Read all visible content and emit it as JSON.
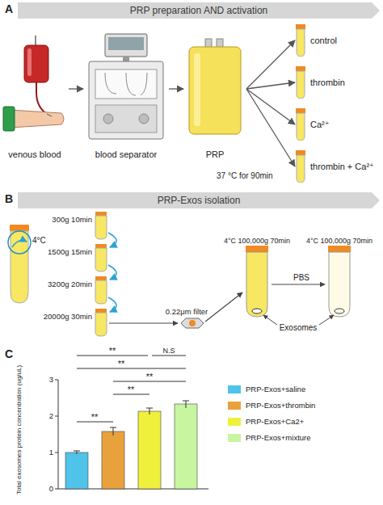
{
  "diagram": {
    "nodes": [
      {
        "text": [
          "PRP preparation AND activation"
        ]
      },
      {
        "text": [
          "venous blood"
        ]
      },
      {
        "text": [
          "blood separator"
        ]
      },
      {
        "text": [
          "PRP"
        ]
      },
      {
        "text": [
          "control"
        ]
      },
      {
        "text": [
          "thrombin"
        ]
      },
      {
        "text": [
          "Ca²⁺"
        ]
      },
      {
        "text": [
          "thrombin + Ca²⁺"
        ]
      },
      {
        "text": [
          "PRP-Exos isolation"
        ]
      }
    ],
    "edges": [
      {
        "from": 1,
        "to": 2,
        "arrow": "to"
      },
      {
        "from": 2,
        "to": 3,
        "arrow": "to"
      },
      {
        "from": 3,
        "to": 4,
        "arrow": "to"
      },
      {
        "from": 3,
        "to": 5,
        "arrow": "to"
      },
      {
        "from": 3,
        "to": 6,
        "arrow": "to"
      },
      {
        "from": 3,
        "to": 7,
        "arrow": "to"
      }
    ],
    "labels": [
      "A",
      "37 °C for 90min",
      "B",
      "4°C",
      "300g 10min",
      "1500g 15min",
      "3200g 20min",
      "20000g 30min",
      "0.22μm filter",
      "4°C 100,000g 70min",
      "4°C 100,000g 70min",
      "PBS",
      "Exosomes",
      "C",
      "3",
      "2",
      "1",
      "0",
      "Total exosomes protein concentration (ug/uL)",
      "**",
      "**",
      "N.S",
      "**",
      "**",
      "**"
    ],
    "legend": [
      {
        "text": "PRP-Exos+saline",
        "color": "#4fc3ea"
      },
      {
        "text": "PRP-Exos+thrombin",
        "color": "#e9a23b"
      },
      {
        "text": "PRP-Exos+Ca2+",
        "color": "#eef03c"
      },
      {
        "text": "PRP-Exos+mixture",
        "color": "#c8f5a0"
      }
    ]
  }
}
